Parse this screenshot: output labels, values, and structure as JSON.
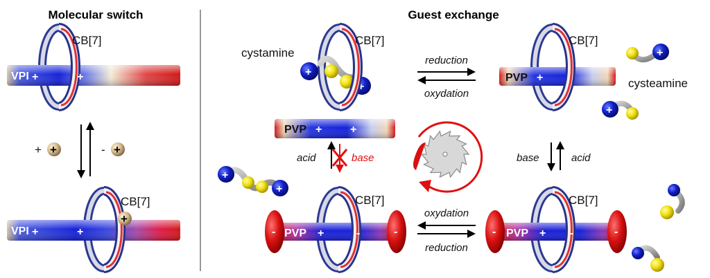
{
  "panels": {
    "left_title": "Molecular switch",
    "right_title": "Guest exchange"
  },
  "host_label": "CB[7]",
  "axle_labels": {
    "vpi": "VPI",
    "pvp": "PVP"
  },
  "charges": {
    "plus": "+",
    "minus": "-"
  },
  "guests": {
    "cystamine": "cystamine",
    "cysteamine": "cysteamine"
  },
  "arrows": {
    "reduction": "reduction",
    "oxydation": "oxydation",
    "acid": "acid",
    "base": "base"
  },
  "colors": {
    "accent_red": "#e01010",
    "rod_blue": "#1a2ad8",
    "rod_red": "#d81c1c"
  }
}
